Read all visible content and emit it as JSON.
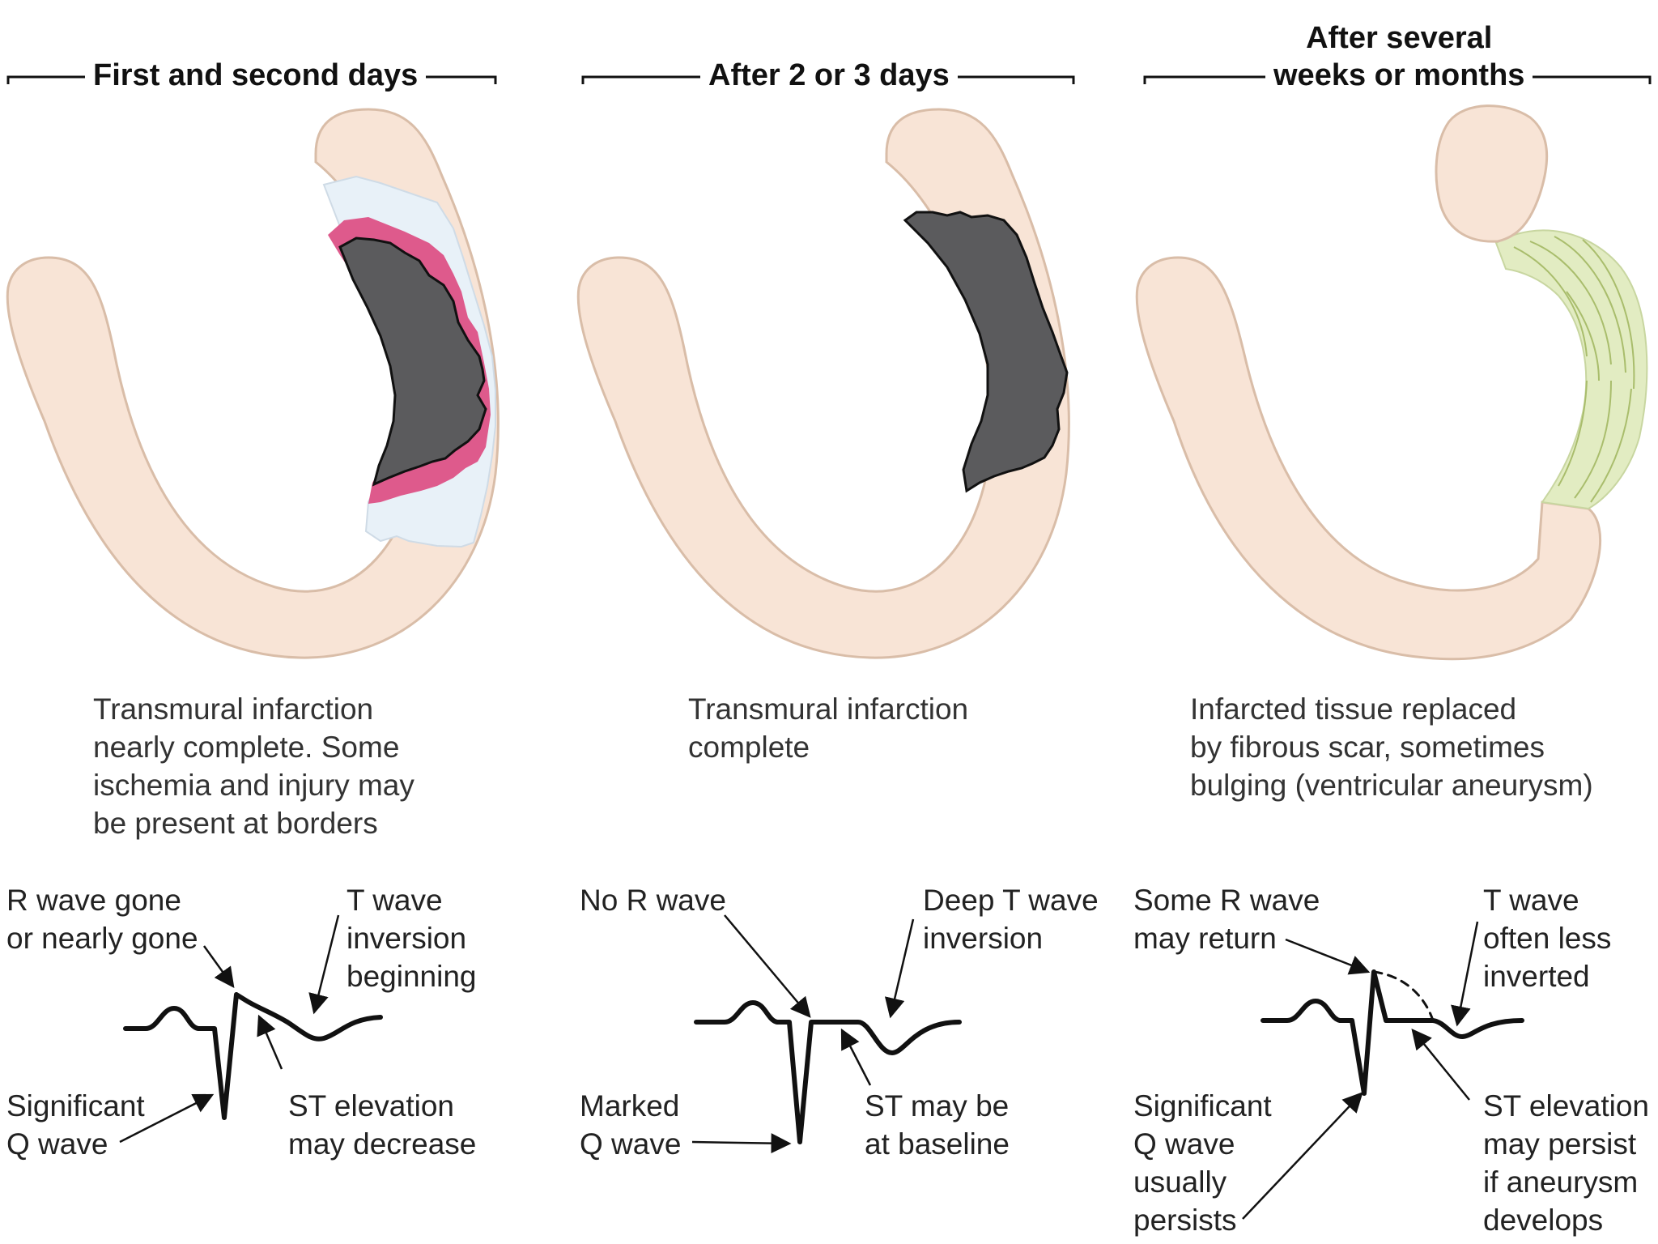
{
  "panels": [
    {
      "heading": "First and second days",
      "caption": "Transmural infarction\nnearly complete.  Some\nischemia and injury may\nbe present at borders",
      "labels": {
        "r_wave": "R wave gone\nor nearly gone",
        "t_wave": "T wave\ninversion\nbeginning",
        "q_wave": "Significant\nQ wave",
        "st": "ST elevation\nmay decrease"
      }
    },
    {
      "heading": "After 2 or 3 days",
      "caption": "Transmural infarction\ncomplete",
      "labels": {
        "r_wave": "No R wave",
        "t_wave": "Deep T wave\ninversion",
        "q_wave": "Marked\nQ wave",
        "st": "ST may be\nat baseline"
      }
    },
    {
      "heading": "After several\nweeks or months",
      "caption": "Infarcted tissue replaced\nby fibrous scar, sometimes\nbulging (ventricular aneurysm)",
      "labels": {
        "r_wave": "Some R wave\nmay return",
        "t_wave": "T wave\noften less\ninverted",
        "q_wave": "Significant\nQ wave\nusually\npersists",
        "st": "ST elevation\nmay persist\nif aneurysm\ndevelops"
      }
    }
  ],
  "colors": {
    "myocardium": "#f8e4d6",
    "myocardium_edge": "#d9bda8",
    "necrosis": "#5b5b5d",
    "injury_zone": "#de5a8c",
    "ischemia_zone": "#e8f1f8",
    "scar": "#e2ecc2",
    "scar_fiber": "#a9bd6c",
    "ecg_trace": "#111111"
  }
}
